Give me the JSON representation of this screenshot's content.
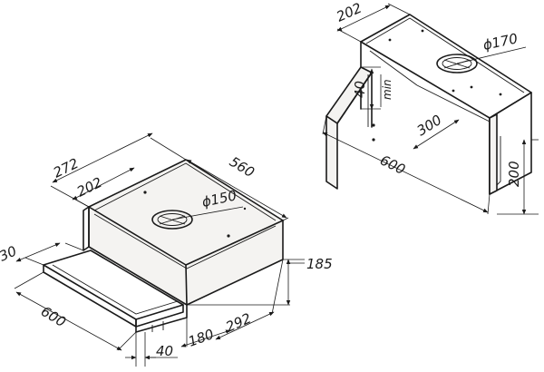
{
  "left_view": {
    "dims": {
      "d272": "272",
      "d560": "560",
      "d202": "202",
      "d150": "ϕ150",
      "d30": "30",
      "d185": "185",
      "d600": "600",
      "d180": "180",
      "d292": "292",
      "d40": "40"
    }
  },
  "right_view": {
    "dims": {
      "d202": "202",
      "d170": "ϕ170",
      "d40": "40",
      "dmin": "min",
      "d300": "300",
      "d600": "600",
      "d200": "200"
    }
  }
}
